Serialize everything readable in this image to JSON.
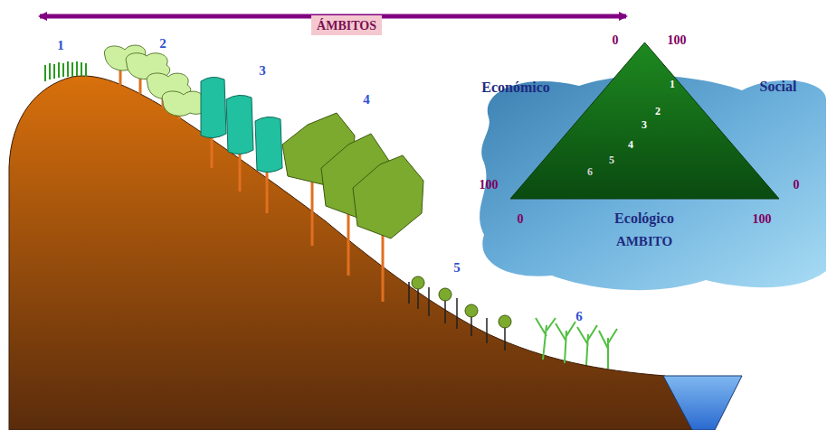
{
  "diagram": {
    "nodes": [
      {
        "text": [
          "ÁMBITOS"
        ]
      },
      {
        "text": [
          "Económico",
          "Social",
          "Ecológico",
          "AMBITO"
        ]
      },
      {
        "text": [
          "1",
          "2",
          "3",
          "4",
          "5",
          "6"
        ],
        "in": 1
      }
    ],
    "labels": [
      "1",
      "2",
      "3",
      "4",
      "5",
      "6",
      "0",
      "100",
      "100",
      "0",
      "0",
      "100"
    ]
  }
}
